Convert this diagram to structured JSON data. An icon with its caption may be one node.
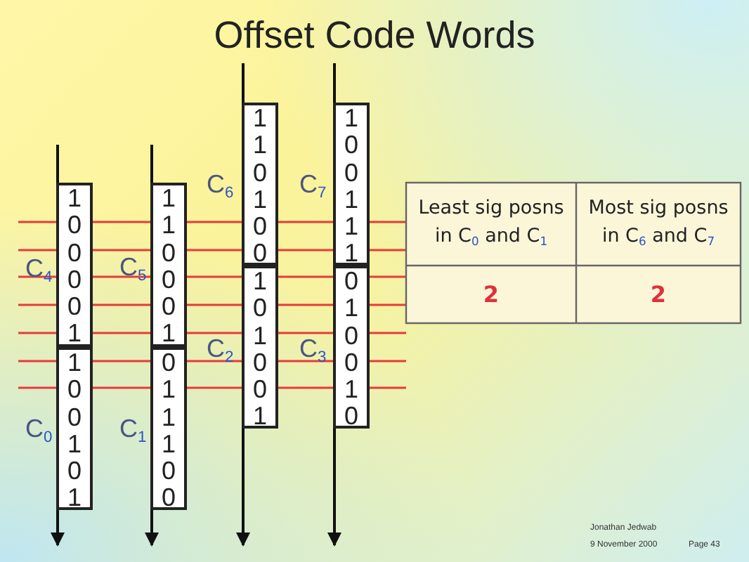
{
  "diagram": {
    "title": "Offset Code Words",
    "nodes": [
      {
        "text": [
          "1 0 0 0 0 1"
        ],
        "beside": [
          "C$_{4}$"
        ]
      },
      {
        "text": [
          "1 0 0 1 0 1"
        ],
        "beside": [
          "C$_{0}$"
        ]
      },
      {
        "text": [
          "1 1 0 0 0 1"
        ],
        "beside": [
          "C$_{5}$"
        ]
      },
      {
        "text": [
          "0 1 1 1 0 0"
        ],
        "beside": [
          "C$_{1}$"
        ]
      },
      {
        "text": [
          "1 1 0 1 0 0"
        ],
        "beside": [
          "C$_{6}$"
        ]
      },
      {
        "text": [
          "1 0 1 0 0 1"
        ],
        "beside": [
          "C$_{2}$"
        ]
      },
      {
        "text": [
          "1 0 0 1 1 1"
        ],
        "beside": [
          "C$_{7}$"
        ]
      },
      {
        "text": [
          "0 1 0 0 1 0"
        ],
        "beside": [
          "C$_{3}$"
        ]
      }
    ],
    "labels": [
      "Least sig posns in C$_{0}$ and C$_{1}$",
      "Most sig posns in C$_{6}$ and C$_{7}$",
      "2",
      "2",
      "Jonathan Jedwab",
      "9 November 2000",
      "Page 43"
    ]
  }
}
